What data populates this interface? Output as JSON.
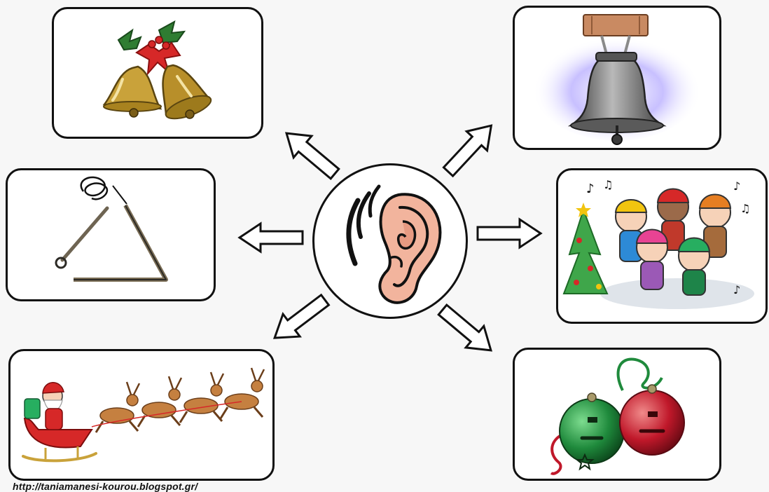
{
  "diagram": {
    "center": {
      "icon": "ear-icon"
    },
    "items": [
      {
        "id": "hand-bells",
        "icon": "christmas-hand-bells-icon"
      },
      {
        "id": "church-bell",
        "icon": "church-bell-icon"
      },
      {
        "id": "triangle",
        "icon": "triangle-instrument-icon"
      },
      {
        "id": "carolers",
        "icon": "children-singing-carols-icon"
      },
      {
        "id": "sleigh",
        "icon": "santa-sleigh-reindeer-icon"
      },
      {
        "id": "jingle-bells",
        "icon": "jingle-bells-icon"
      }
    ],
    "source_url": "http://taniamanesi-kourou.blogspot.gr/"
  },
  "colors": {
    "outline": "#111111",
    "ear_skin": "#f2b49d",
    "gold": "#c9a23a",
    "holly_green": "#2f7d32",
    "berry_red": "#d62828",
    "bell_green": "#1f8a3c",
    "bell_red": "#c0182a",
    "glow_blue": "#8a7df0"
  }
}
